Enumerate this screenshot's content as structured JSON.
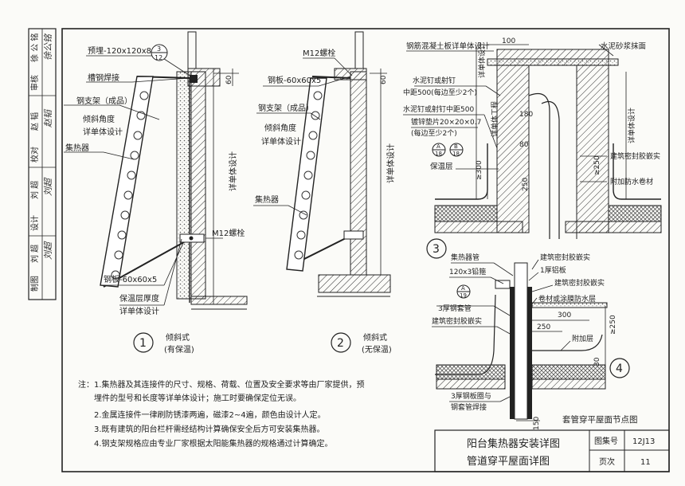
{
  "side_panel": {
    "cells": [
      {
        "role": "制图",
        "name": "刘 超",
        "sign": "刘超"
      },
      {
        "role": "设计",
        "name": "刘 超",
        "sign": "刘超"
      },
      {
        "role": "校对",
        "name": "赵 韬",
        "sign": "赵韬"
      },
      {
        "role": "审核",
        "name": "徐 公 铭",
        "sign": "徐公铭"
      }
    ]
  },
  "detail1": {
    "labels": {
      "embed": "预埋-120x120x8",
      "weld": "槽钢焊接",
      "bracket": "钢支架（成品）",
      "angle1": "倾斜角度",
      "angle2": "详单体设计",
      "collector": "集热器",
      "steelplate": "钢板-60x60x5",
      "insulation1": "保温层厚度",
      "insulation2": "详单体设计",
      "bolt": "M12螺栓",
      "vertical": "详单体设计",
      "dim60": "60"
    },
    "ref_top": "3",
    "ref_bot": "12",
    "number": "1",
    "caption1": "倾斜式",
    "caption2": "(有保温)"
  },
  "detail2": {
    "labels": {
      "bolt": "M12螺栓",
      "steelplate": "钢板-60x60x5",
      "bracket": "钢支架（成品）",
      "angle1": "倾斜角度",
      "angle2": "详单体设计",
      "collector": "集热器",
      "vertical": "详单体设计",
      "dim60": "60"
    },
    "number": "2",
    "caption1": "倾斜式",
    "caption2": "(无保温)"
  },
  "detail3": {
    "labels": {
      "concrete": "钢筋混凝土板详单体设计",
      "dim100": "100",
      "mortar": "水泥砂浆抹面",
      "nail1": "水泥钉或射钉",
      "nail1b": "中距500(每边至少2个)",
      "nail2": "水泥钉或射钉中距500",
      "washer": "镀锌垫片20×20×0.7",
      "washer2": "(每边至少2个)",
      "refA1": "A",
      "refA2": "18",
      "refB1": "B",
      "refB2": "18",
      "insul": "保温层",
      "ge300": "≥300",
      "dim250": "250",
      "dim180": "180",
      "dim80": "80",
      "vert1": "详单体设计",
      "vert2": "详单体工程",
      "vert3": "详单体设计",
      "seal": "建筑密封胶嵌实",
      "addlayer": "附加防水卷材",
      "ge250": "≥250"
    },
    "number": "3"
  },
  "detail4": {
    "labels": {
      "pipe": "集热器管",
      "cap": "120x3铅箍",
      "refA": "A",
      "ref19": "19",
      "sleeve": "3厚钢套管",
      "seal": "建筑密封胶嵌实",
      "seal2": "建筑密封胶嵌实",
      "plate": "1厚铝板",
      "sealtop": "建筑密封胶嵌实",
      "membrane": "卷材或涂膜防水层",
      "dim300": "300",
      "dim250": "250",
      "ge250": "≥250",
      "addlayer": "附加层",
      "dim30": "30",
      "ring1": "3厚钢板圈与",
      "ring2": "钢套管焊接",
      "dim150": "150"
    },
    "number": "4",
    "caption": "套管穿平屋面节点图"
  },
  "notes": {
    "lead": "注：",
    "items": [
      "1.集热器及其连接件的尺寸、规格、荷载、位置及安全要求等由厂家提供，预",
      "  埋件的型号和长度等详单体设计；施工时要确保定位无误。",
      "2.金属连接件一律刷防锈漆两遍，磁漆2~4遍，颜色由设计人定。",
      "3.既有建筑的阳台栏杆需经结构计算确保安全后方可安装集热器。",
      "4.钢支架规格应由专业厂家根据太阳能集热器的规格通过计算确定。"
    ]
  },
  "title_block": {
    "title1": "阳台集热器安装详图",
    "title2": "管道穿平屋面详图",
    "atlas_label": "图集号",
    "atlas_value": "12J13",
    "page_label": "页次",
    "page_value": "11"
  }
}
